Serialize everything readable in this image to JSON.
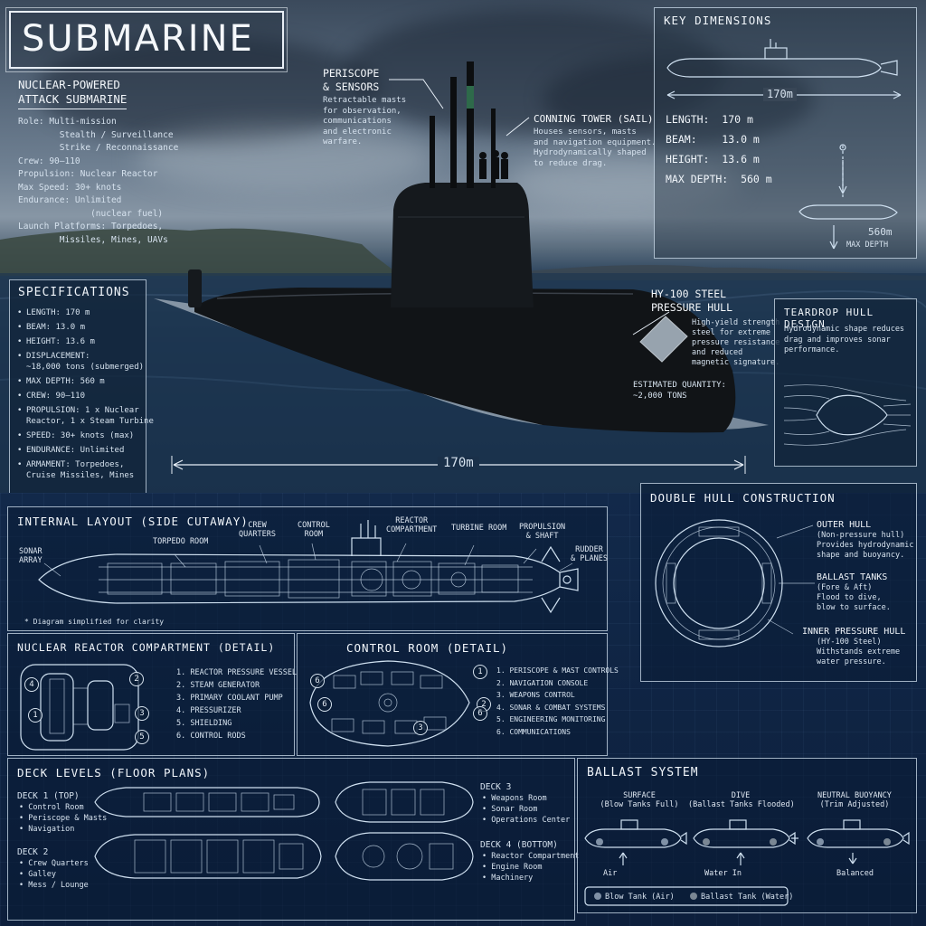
{
  "title": "SUBMARINE",
  "subtitle": "NUCLEAR-POWERED\nATTACK SUBMARINE",
  "intro_lines": [
    "Role: Multi-mission",
    "        Stealth / Surveillance",
    "        Strike / Reconnaissance",
    "Crew: 90–110",
    "Propulsion: Nuclear Reactor",
    "Max Speed: 30+ knots",
    "Endurance: Unlimited",
    "              (nuclear fuel)",
    "Launch Platforms: Torpedoes,",
    "        Missiles, Mines, UAVs"
  ],
  "callouts": {
    "periscope_title": "PERISCOPE\n& SENSORS",
    "periscope_text": "Retractable masts\nfor observation,\ncommunications\nand electronic\nwarfare.",
    "conning_title": "CONNING TOWER (SAIL)",
    "conning_text": "Houses sensors, masts\nand navigation equipment.\nHydrodynamically shaped\nto reduce drag.",
    "hull_title": "HY-100 STEEL\nPRESSURE HULL",
    "hull_text": "High-yield strength\nsteel for extreme\npressure resistance\nand reduced\nmagnetic signature.",
    "quantity": "ESTIMATED QUANTITY:\n~2,000 TONS",
    "length_label": "170m"
  },
  "key_dimensions": {
    "title": "KEY DIMENSIONS",
    "length_arrow": "170m",
    "rows": [
      "LENGTH:  170 m",
      "BEAM:    13.0 m",
      "HEIGHT:  13.6 m",
      "MAX DEPTH:  560 m"
    ],
    "depth_value": "560m",
    "depth_caption": "MAX DEPTH"
  },
  "specifications": {
    "title": "SPECIFICATIONS",
    "items": [
      "LENGTH: 170 m",
      "BEAM: 13.0 m",
      "HEIGHT: 13.6 m",
      "DISPLACEMENT:\n~18,000 tons (submerged)",
      "MAX DEPTH: 560 m",
      "CREW: 90–110",
      "PROPULSION: 1 x Nuclear\nReactor, 1 x Steam Turbine",
      "SPEED: 30+ knots (max)",
      "ENDURANCE: Unlimited",
      "ARMAMENT: Torpedoes,\nCruise Missiles, Mines"
    ]
  },
  "teardrop": {
    "title": "TEARDROP HULL DESIGN",
    "text": "Hydrodynamic shape reduces\ndrag and improves sonar\nperformance."
  },
  "internal_layout": {
    "title": "INTERNAL LAYOUT (SIDE CUTAWAY)",
    "labels": {
      "sonar": "SONAR\nARRAY",
      "torpedo": "TORPEDO ROOM",
      "crew": "CREW\nQUARTERS",
      "control": "CONTROL\nROOM",
      "reactor": "REACTOR\nCOMPARTMENT",
      "turbine": "TURBINE ROOM",
      "propulsion": "PROPULSION\n& SHAFT",
      "rudder": "RUDDER\n& PLANES"
    },
    "note": "* Diagram simplified for clarity"
  },
  "double_hull": {
    "title": "DOUBLE HULL CONSTRUCTION",
    "outer_title": "OUTER HULL",
    "outer_text": "(Non-pressure hull)\nProvides hydrodynamic\nshape and buoyancy.",
    "ballast_title": "BALLAST TANKS",
    "ballast_text": "(Fore & Aft)\nFlood to dive,\nblow to surface.",
    "inner_title": "INNER PRESSURE HULL",
    "inner_text": "(HY-100 Steel)\nWithstands extreme\nwater pressure."
  },
  "reactor_detail": {
    "title": "NUCLEAR REACTOR COMPARTMENT (DETAIL)",
    "items": [
      "1. REACTOR PRESSURE VESSEL",
      "2. STEAM GENERATOR",
      "3. PRIMARY COOLANT PUMP",
      "4. PRESSURIZER",
      "5. SHIELDING",
      "6. CONTROL RODS"
    ]
  },
  "control_detail": {
    "title": "CONTROL ROOM (DETAIL)",
    "items": [
      "1. PERISCOPE & MAST CONTROLS",
      "2. NAVIGATION CONSOLE",
      "3. WEAPONS CONTROL",
      "4. SONAR & COMBAT SYSTEMS",
      "5. ENGINEERING MONITORING",
      "6. COMMUNICATIONS"
    ]
  },
  "deck_levels": {
    "title": "DECK LEVELS (FLOOR PLANS)",
    "deck1_title": "DECK 1 (TOP)",
    "deck1_items": "• Control Room\n• Periscope & Masts\n• Navigation",
    "deck2_title": "DECK 2",
    "deck2_items": "• Crew Quarters\n• Galley\n• Mess / Lounge",
    "deck3_title": "DECK 3",
    "deck3_items": "• Weapons Room\n• Sonar Room\n• Operations Center",
    "deck4_title": "DECK 4 (BOTTOM)",
    "deck4_items": "• Reactor Compartment\n• Engine Room\n• Machinery"
  },
  "ballast": {
    "title": "BALLAST SYSTEM",
    "surface_title": "SURFACE\n(Blow Tanks Full)",
    "dive_title": "DIVE\n(Ballast Tanks Flooded)",
    "neutral_title": "NEUTRAL BUOYANCY\n(Trim Adjusted)",
    "surface_caption": "Air",
    "dive_caption": "Water In",
    "neutral_caption": "Balanced",
    "legend_air": "Blow Tank (Air)",
    "legend_water": "Ballast Tank (Water)"
  },
  "colors": {
    "navy": "#0f2443",
    "line": "#cfe0f0",
    "hull": "#111417"
  }
}
